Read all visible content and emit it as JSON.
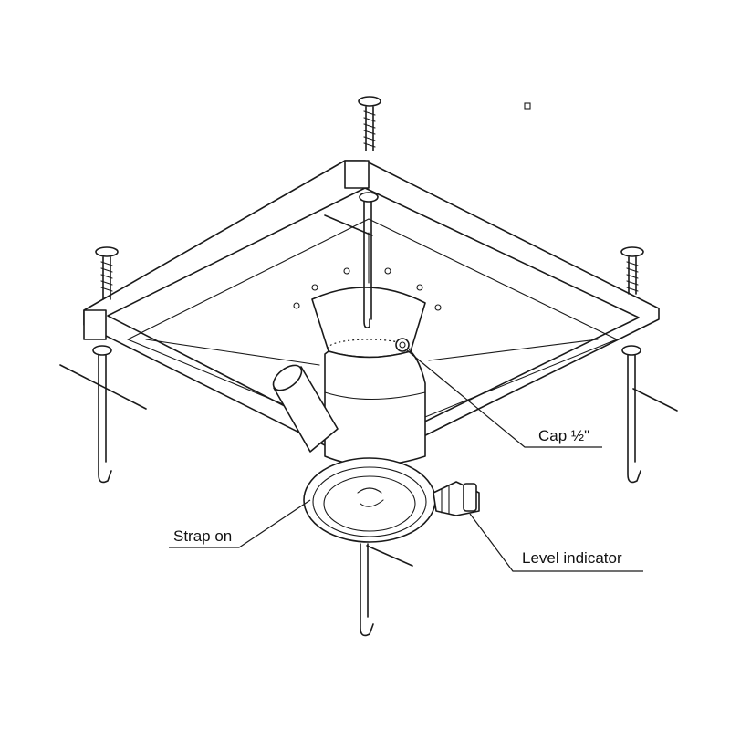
{
  "labels": {
    "cap": "Cap ½\"",
    "strap": "Strap on",
    "level": "Level indicator"
  }
}
